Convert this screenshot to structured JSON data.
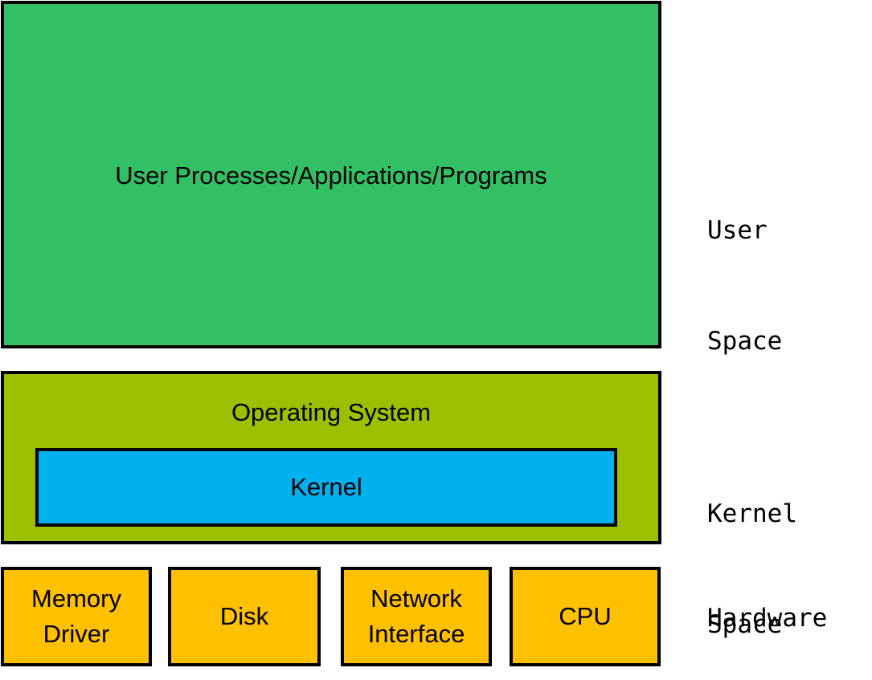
{
  "colors": {
    "user_space": "#33c064",
    "operating_system": "#9cc000",
    "kernel": "#00b0ef",
    "hardware": "#ffc000",
    "border": "#000000"
  },
  "user_space": {
    "box_label": "User Processes/Applications/Programs",
    "side_label_line1": "User",
    "side_label_line2": "Space"
  },
  "kernel_space": {
    "os_label": "Operating System",
    "kernel_label": "Kernel",
    "side_label_line1": "Kernel",
    "side_label_line2": "Space"
  },
  "hardware": {
    "side_label": "Hardware",
    "items": [
      {
        "line1": "Memory",
        "line2": "Driver"
      },
      {
        "line1": "Disk",
        "line2": ""
      },
      {
        "line1": "Network",
        "line2": "Interface"
      },
      {
        "line1": "CPU",
        "line2": ""
      }
    ]
  }
}
